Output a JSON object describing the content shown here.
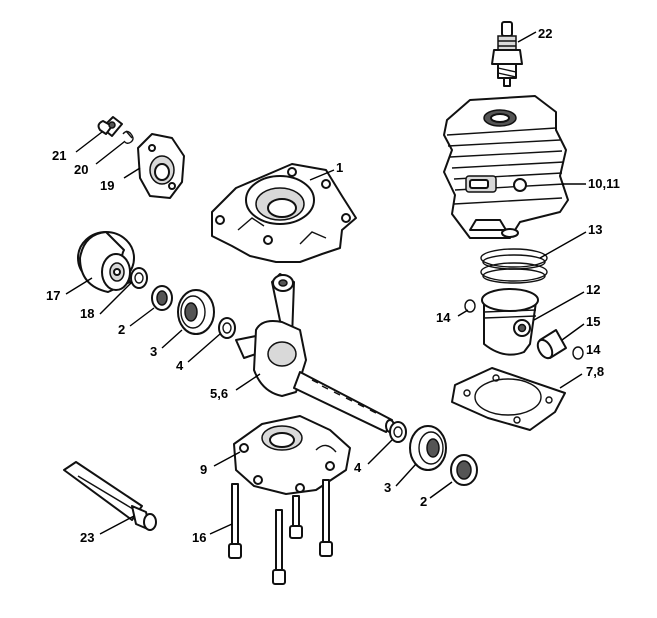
{
  "callouts": [
    {
      "id": "c22",
      "text": "22"
    },
    {
      "id": "c1",
      "text": "1"
    },
    {
      "id": "c21",
      "text": "21"
    },
    {
      "id": "c20",
      "text": "20"
    },
    {
      "id": "c19",
      "text": "19"
    },
    {
      "id": "c10_11",
      "text": "10,11"
    },
    {
      "id": "c13",
      "text": "13"
    },
    {
      "id": "c17",
      "text": "17"
    },
    {
      "id": "c12",
      "text": "12"
    },
    {
      "id": "c18",
      "text": "18"
    },
    {
      "id": "c14a",
      "text": "14"
    },
    {
      "id": "c15",
      "text": "15"
    },
    {
      "id": "c2a",
      "text": "2"
    },
    {
      "id": "c3a",
      "text": "3"
    },
    {
      "id": "c14b",
      "text": "14"
    },
    {
      "id": "c4a",
      "text": "4"
    },
    {
      "id": "c7_8",
      "text": "7,8"
    },
    {
      "id": "c5_6",
      "text": "5,6"
    },
    {
      "id": "c4b",
      "text": "4"
    },
    {
      "id": "c9",
      "text": "9"
    },
    {
      "id": "c3b",
      "text": "3"
    },
    {
      "id": "c2b",
      "text": "2"
    },
    {
      "id": "c23",
      "text": "23"
    },
    {
      "id": "c16",
      "text": "16"
    }
  ]
}
